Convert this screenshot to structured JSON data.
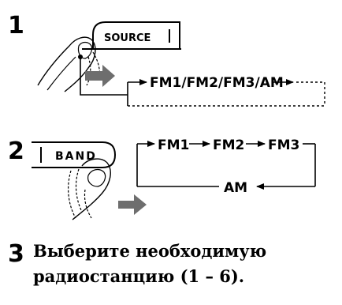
{
  "steps": [
    {
      "number": "1",
      "button_label": "SOURCE",
      "sequence_text": "FM1/FM2/FM3/AM"
    },
    {
      "number": "2",
      "button_label": "BAND",
      "cycle": [
        "FM1",
        "FM2",
        "FM3",
        "AM"
      ]
    },
    {
      "number": "3",
      "instruction_line1": "Выберите необходимую",
      "instruction_line2": "радиостанцию (1 – 6)."
    }
  ],
  "colors": {
    "ink": "#000000",
    "arrow_gray": "#6e6e6e",
    "background": "#ffffff"
  }
}
